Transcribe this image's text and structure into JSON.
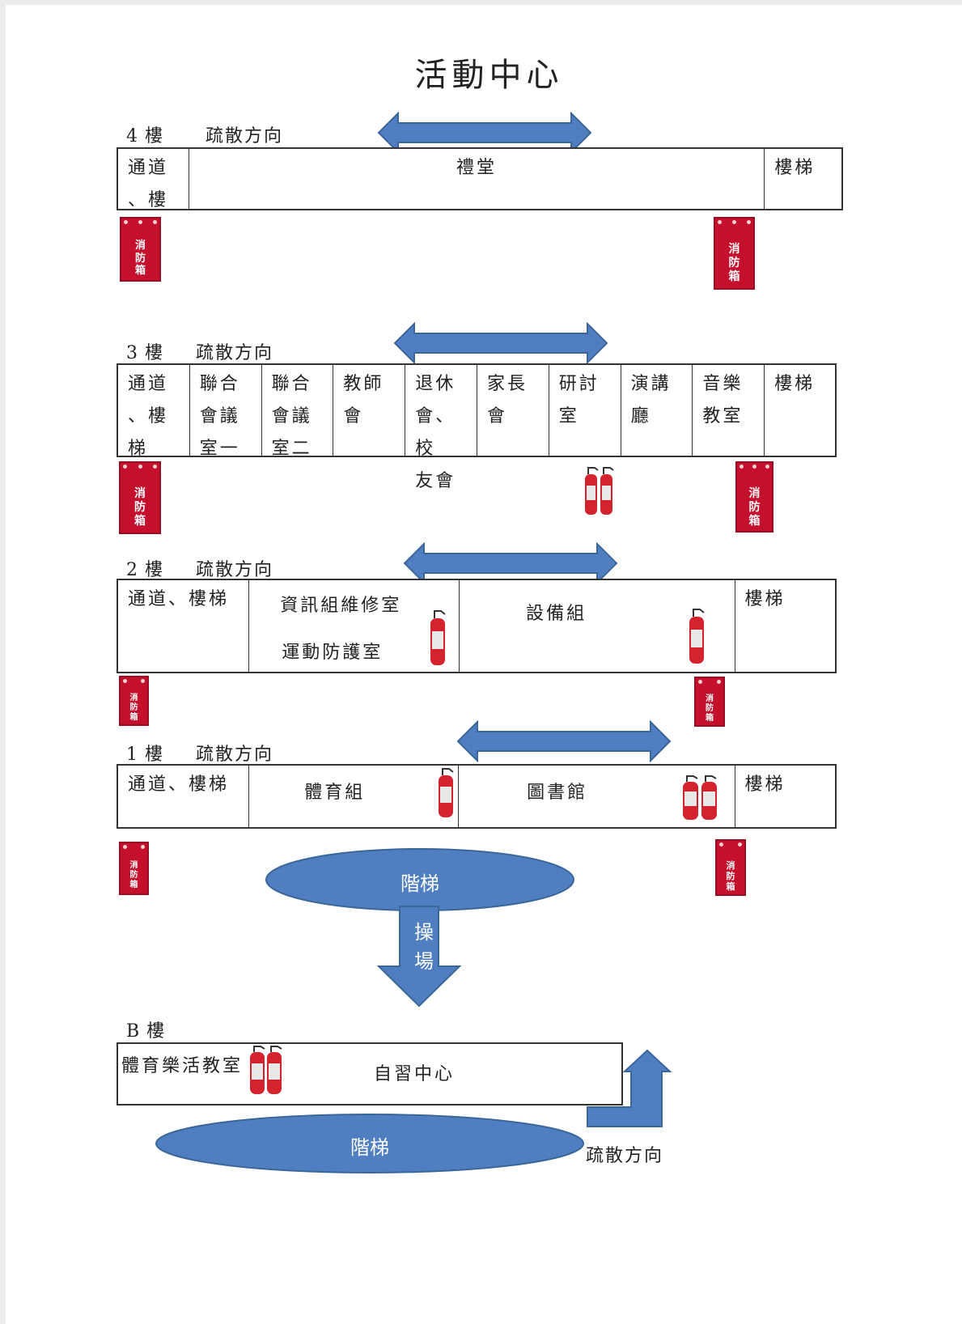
{
  "title": "活動中心",
  "evacuation_label": "疏散方向",
  "fire_hose_text": "消\n防\n箱",
  "colors": {
    "arrow_blue": "#4f7fc0",
    "arrow_border": "#3b6699",
    "fire_red": "#c5102d"
  },
  "floors": {
    "f4": {
      "label": "4 樓",
      "rooms": [
        "通道\n、樓梯",
        "禮堂",
        "樓梯"
      ]
    },
    "f3": {
      "label": "3 樓",
      "rooms": [
        "通道\n、樓梯",
        "聯合\n會議\n室一",
        "聯合\n會議\n室二",
        "教師\n會",
        "退休\n會、校\n友會",
        "家長\n會",
        "研討\n室",
        "演講\n廳",
        "音樂\n教室",
        "樓梯"
      ]
    },
    "f2": {
      "label": "2 樓",
      "rooms": [
        "通道、樓梯",
        "資訊組維修室",
        "運動防護室",
        "設備組",
        "樓梯"
      ]
    },
    "f1": {
      "label": "1 樓",
      "rooms": [
        "通道、樓梯",
        "體育組",
        "圖書館",
        "樓梯"
      ]
    },
    "fb": {
      "label": "B 樓",
      "rooms": [
        "體育樂活教室",
        "自習中心"
      ]
    }
  },
  "stairs_label": "階梯",
  "playground_label": "操\n場",
  "icons": [
    "double-arrow-icon",
    "fire-hose-cabinet-icon",
    "fire-extinguisher-icon",
    "down-arrow-icon",
    "up-turn-arrow-icon"
  ]
}
